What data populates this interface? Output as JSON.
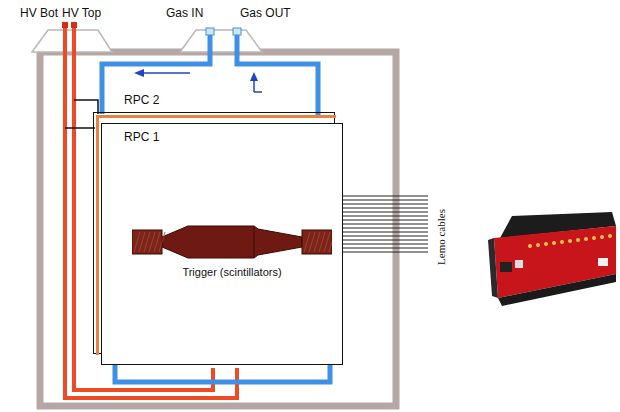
{
  "diagram": {
    "nodes": [
      {
        "text": [
          "RPC 2"
        ]
      },
      {
        "text": [
          "RPC 1"
        ]
      },
      {
        "text": [
          "Trigger (scintillators)"
        ],
        "in": 1
      }
    ],
    "labels": [
      "HV Bot",
      "HV Top",
      "Gas IN",
      "Gas OUT",
      "Lemo cables"
    ]
  }
}
